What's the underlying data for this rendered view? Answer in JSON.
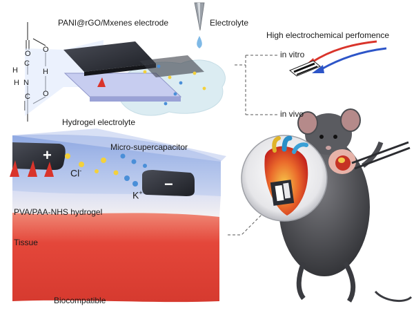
{
  "labels": {
    "electrode": "PANI@rGO/Mxenes electrode",
    "electrolyte": "Electrolyte",
    "performance": "High electrochemical perfomence",
    "in_vitro": "in vitro",
    "in_vivo": "in vivo",
    "hydrogel_electrolyte": "Hydrogel electrolyte",
    "micro_supercapacitor": "Micro-supercapacitor",
    "cl_ion": "Cl",
    "cl_sup": "-",
    "k_ion": "K",
    "k_sup": "+",
    "hydrogel": "PVA/PAA-NHS hydrogel",
    "tissue": "Tissue",
    "biocompatible": "Biocompatible",
    "plus_sign": "+",
    "minus_sign": "−"
  },
  "molecule": {
    "atoms": [
      "O",
      "C",
      "O",
      "H",
      "H",
      "H",
      "N",
      "C",
      "O"
    ]
  },
  "colors": {
    "hydrogel_blue": "#9fb7e6",
    "tissue_red": "#e0463a",
    "electrode_dark": "#2a2c33",
    "arrow_red": "#d9342b",
    "arrow_blue": "#2d55c8",
    "ion_yellow": "#f3d13c",
    "ion_blue": "#4a8fd8"
  }
}
